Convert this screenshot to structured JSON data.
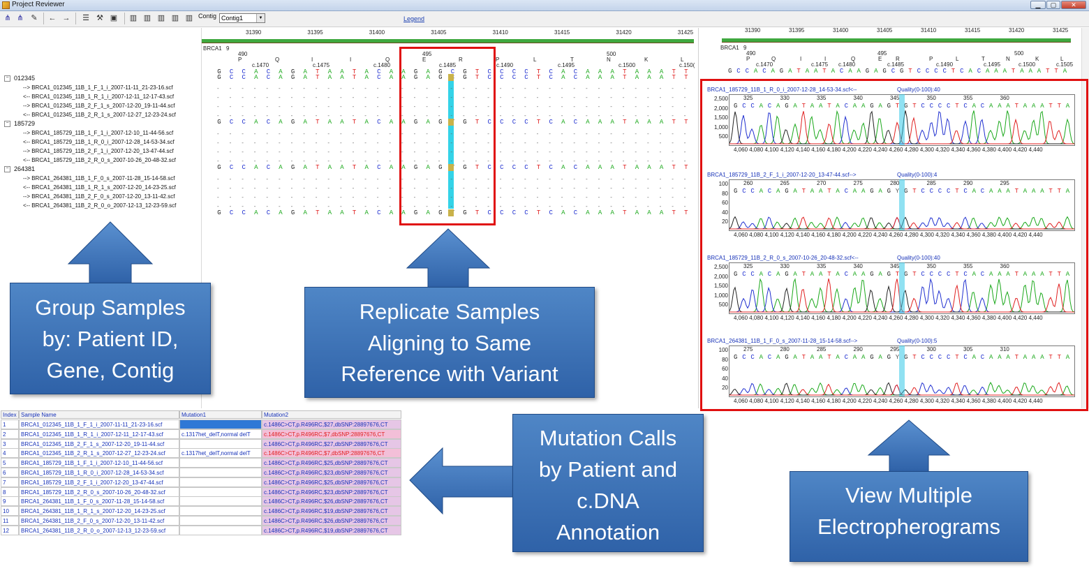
{
  "window": {
    "title": "Project Reviewer"
  },
  "toolbar": {
    "contig_label": "Contig",
    "contig_value": "Contig1",
    "legend_link": "Legend"
  },
  "alignment": {
    "ruler": [
      "31390",
      "31395",
      "31400",
      "31405",
      "31410",
      "31415",
      "31420",
      "31425"
    ],
    "gene": "BRCA1",
    "gene_num": "9",
    "codon_numbers": [
      "490",
      "495",
      "500"
    ],
    "cdna_labels": [
      "c.1470",
      "c.1475",
      "c.1480",
      "c.1485",
      "c.1490",
      "c.1495",
      "c.1500",
      "c.150("
    ],
    "aa_letters": [
      "P",
      "Q",
      "I",
      "I",
      "Q",
      "E",
      "R",
      "P",
      "L",
      "T",
      "N",
      "K",
      "L"
    ],
    "reference_seq": "GCCACAGATAATACAAGAGCGTCCCCTCACAAATAAATT",
    "sample_seq": "GCCACAGATAATACAAGAGYGTCCCCTCACAAATAAATT"
  },
  "tree": {
    "groups": [
      {
        "id": "012345",
        "items": [
          "--> BRCA1_012345_11B_1_F_1_i_2007-11-11_21-23-16.scf",
          "<-- BRCA1_012345_11B_1_R_1_i_2007-12-11_12-17-43.scf",
          "--> BRCA1_012345_11B_2_F_1_s_2007-12-20_19-11-44.scf",
          "<-- BRCA1_012345_11B_2_R_1_s_2007-12-27_12-23-24.scf"
        ]
      },
      {
        "id": "185729",
        "items": [
          "--> BRCA1_185729_11B_1_F_1_i_2007-12-10_11-44-56.scf",
          "<-- BRCA1_185729_11B_1_R_0_i_2007-12-28_14-53-34.scf",
          "--> BRCA1_185729_11B_2_F_1_i_2007-12-20_13-47-44.scf",
          "<-- BRCA1_185729_11B_2_R_0_s_2007-10-26_20-48-32.scf"
        ]
      },
      {
        "id": "264381",
        "items": [
          "--> BRCA1_264381_11B_1_F_0_s_2007-11-28_15-14-58.scf",
          "<-- BRCA1_264381_11B_1_R_1_s_2007-12-20_14-23-25.scf",
          "--> BRCA1_264381_11B_2_F_0_s_2007-12-20_13-11-42.scf",
          "<-- BRCA1_264381_11B_2_R_0_o_2007-12-13_12-23-59.scf"
        ]
      }
    ]
  },
  "traces": {
    "ruler": [
      "31390",
      "31395",
      "31400",
      "31405",
      "31410",
      "31415",
      "31420",
      "31425"
    ],
    "gene": "BRCA1",
    "gene_num": "9",
    "codon_numbers": [
      "490",
      "495",
      "500"
    ],
    "cdna_labels": [
      "c.1470",
      "c.1475",
      "c.1480",
      "c.1485",
      "c.1490",
      "c.1495",
      "c.1500",
      "c.1505"
    ],
    "aa_letters": [
      "P",
      "Q",
      "I",
      "I",
      "Q",
      "E",
      "R",
      "P",
      "L",
      "T",
      "N",
      "K",
      "L"
    ],
    "reference_seq": "GCCACAGATAATACAAGAGCGTCCCCTCACAAATAAATTA",
    "panels": [
      {
        "title": "BRCA1_185729_11B_1_R_0_i_2007-12-28_14-53-34.scf<--",
        "quality": "Quality(0-100):40",
        "yticks": [
          "2,500",
          "2,000",
          "1,500",
          "1,000",
          "500"
        ],
        "top_ticks": [
          "325",
          "330",
          "335",
          "340",
          "345",
          "350",
          "355",
          "360"
        ],
        "bases": "GCCACAGATAATACAAGAGTGTCCCCTCACAAATAAATTA",
        "xticks": "4,060 4,080 4,100 4,120 4,140 4,160 4,180 4,200 4,220 4,240 4,260 4,280 4,300 4,320 4,340 4,360 4,380 4,400 4,420 4,440"
      },
      {
        "title": "BRCA1_185729_11B_2_F_1_i_2007-12-20_13-47-44.scf-->",
        "quality": "Quality(0-100):4",
        "yticks": [
          "100",
          "80",
          "60",
          "40",
          "20"
        ],
        "top_ticks": [
          "260",
          "265",
          "270",
          "275",
          "280",
          "285",
          "290",
          "295"
        ],
        "bases": "GCCACAGATAATACAAGAGYGTCCCCTCACAAATAAATTA",
        "xticks": "4,060 4,080 4,100 4,120 4,140 4,160 4,180 4,200 4,220 4,240 4,260 4,280 4,300 4,320 4,340 4,360 4,380 4,400 4,420 4,440"
      },
      {
        "title": "BRCA1_185729_11B_2_R_0_s_2007-10-26_20-48-32.scf<--",
        "quality": "Quality(0-100):40",
        "yticks": [
          "2,500",
          "2,000",
          "1,500",
          "1,000",
          "500"
        ],
        "top_ticks": [
          "325",
          "330",
          "335",
          "340",
          "345",
          "350",
          "355",
          "360"
        ],
        "bases": "GCCACAGATAATACAAGAGTGTCCCCTCACAAATAAATTA",
        "xticks": "4,060 4,080 4,100 4,120 4,140 4,160 4,180 4,200 4,220 4,240 4,260 4,280 4,300 4,320 4,340 4,360 4,380 4,400 4,420 4,440"
      },
      {
        "title": "BRCA1_264381_11B_1_F_0_s_2007-11-28_15-14-58.scf-->",
        "quality": "Quality(0-100):5",
        "yticks": [
          "100",
          "80",
          "60",
          "40",
          "20"
        ],
        "top_ticks": [
          "275",
          "280",
          "285",
          "290",
          "295",
          "300",
          "305",
          "310"
        ],
        "bases": "GCCACAGATAATACAAGAGYGTCCCCTCACAAATAAATTA",
        "xticks": "4,060 4,080 4,100 4,120 4,140 4,160 4,180 4,200 4,220 4,240 4,260 4,280 4,300 4,320 4,340 4,360 4,380 4,400 4,420 4,440"
      }
    ]
  },
  "table": {
    "headers": [
      "Index",
      "Sample Name",
      "Mutation1",
      "Mutation2"
    ],
    "rows": [
      [
        "1",
        "BRCA1_012345_11B_1_F_1_i_2007-11-11_21-23-16.scf",
        "",
        "c.1486C>CT,p.R496RC,$27,dbSNP:28897676,CT"
      ],
      [
        "2",
        "BRCA1_012345_11B_1_R_1_i_2007-12-11_12-17-43.scf",
        "c.1317het_delT,normal delT",
        "c.1486C>CT,p.R496RC,$7,dbSNP:28897676,CT"
      ],
      [
        "3",
        "BRCA1_012345_11B_2_F_1_s_2007-12-20_19-11-44.scf",
        "",
        "c.1486C>CT,p.R496RC,$27,dbSNP:28897676,CT"
      ],
      [
        "4",
        "BRCA1_012345_11B_2_R_1_s_2007-12-27_12-23-24.scf",
        "c.1317het_delT,normal delT",
        "c.1486C>CT,p.R496RC,$7,dbSNP:28897676,CT"
      ],
      [
        "5",
        "BRCA1_185729_11B_1_F_1_i_2007-12-10_11-44-56.scf",
        "",
        "c.1486C>CT,p.R496RC,$25,dbSNP:28897676,CT"
      ],
      [
        "6",
        "BRCA1_185729_11B_1_R_0_i_2007-12-28_14-53-34.scf",
        "",
        "c.1486C>CT,p.R496RC,$23,dbSNP:28897676,CT"
      ],
      [
        "7",
        "BRCA1_185729_11B_2_F_1_i_2007-12-20_13-47-44.scf",
        "",
        "c.1486C>CT,p.R496RC,$25,dbSNP:28897676,CT"
      ],
      [
        "8",
        "BRCA1_185729_11B_2_R_0_s_2007-10-26_20-48-32.scf",
        "",
        "c.1486C>CT,p.R496RC,$23,dbSNP:28897676,CT"
      ],
      [
        "9",
        "BRCA1_264381_11B_1_F_0_s_2007-11-28_15-14-58.scf",
        "",
        "c.1486C>CT,p.R496RC,$26,dbSNP:28897676,CT"
      ],
      [
        "10",
        "BRCA1_264381_11B_1_R_1_s_2007-12-20_14-23-25.scf",
        "",
        "c.1486C>CT,p.R496RC,$19,dbSNP:28897676,CT"
      ],
      [
        "11",
        "BRCA1_264381_11B_2_F_0_s_2007-12-20_13-11-42.scf",
        "",
        "c.1486C>CT,p.R496RC,$26,dbSNP:28897676,CT"
      ],
      [
        "12",
        "BRCA1_264381_11B_2_R_0_o_2007-12-13_12-23-59.scf",
        "",
        "c.1486C>CT,p.R496RC,$19,dbSNP:28897676,CT"
      ]
    ]
  },
  "callouts": {
    "group": [
      "Group Samples",
      "by: Patient ID,",
      "Gene, Contig"
    ],
    "replicate": [
      "Replicate Samples",
      "Aligning to Same",
      "Reference with Variant"
    ],
    "mutation": [
      "Mutation Calls",
      "by Patient and",
      "c.DNA",
      "Annotation"
    ],
    "view": [
      "View Multiple",
      "Electropherograms"
    ]
  },
  "colors": {
    "A": "#1aa81a",
    "C": "#2030d0",
    "G": "#222222",
    "T": "#e02020",
    "highlight": "#e01010",
    "callout": "#3a6fb5"
  }
}
